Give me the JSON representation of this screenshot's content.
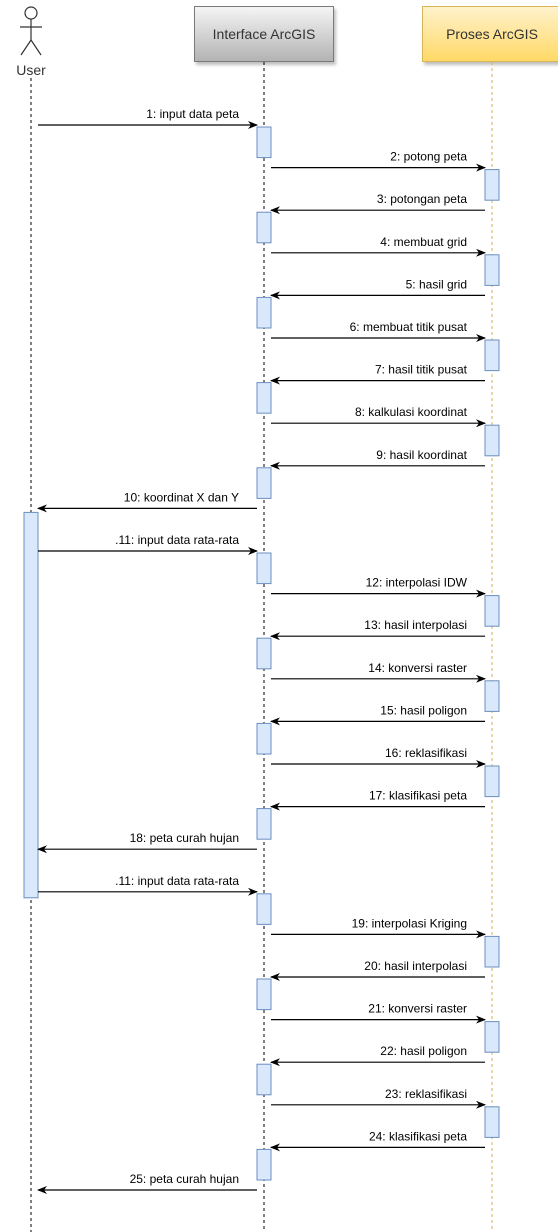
{
  "participants": {
    "user": "User",
    "interface": "Interface ArcGIS",
    "proses": "Proses ArcGIS"
  },
  "messages": [
    {
      "label": "1: input data peta",
      "from": "user",
      "to": "interface"
    },
    {
      "label": "2: potong peta",
      "from": "interface",
      "to": "proses"
    },
    {
      "label": "3: potongan peta",
      "from": "proses",
      "to": "interface"
    },
    {
      "label": "4: membuat grid",
      "from": "interface",
      "to": "proses"
    },
    {
      "label": "5: hasil grid",
      "from": "proses",
      "to": "interface"
    },
    {
      "label": "6: membuat titik pusat",
      "from": "interface",
      "to": "proses"
    },
    {
      "label": "7: hasil titik pusat",
      "from": "proses",
      "to": "interface"
    },
    {
      "label": "8: kalkulasi koordinat",
      "from": "interface",
      "to": "proses"
    },
    {
      "label": "9: hasil koordinat",
      "from": "proses",
      "to": "interface"
    },
    {
      "label": "10: koordinat X dan Y",
      "from": "interface",
      "to": "user"
    },
    {
      "label": ".11: input data rata-rata",
      "from": "user",
      "to": "interface"
    },
    {
      "label": "12: interpolasi IDW",
      "from": "interface",
      "to": "proses"
    },
    {
      "label": "13: hasil interpolasi",
      "from": "proses",
      "to": "interface"
    },
    {
      "label": "14: konversi raster",
      "from": "interface",
      "to": "proses"
    },
    {
      "label": "15: hasil poligon",
      "from": "proses",
      "to": "interface"
    },
    {
      "label": "16: reklasifikasi",
      "from": "interface",
      "to": "proses"
    },
    {
      "label": "17: klasifikasi peta",
      "from": "proses",
      "to": "interface"
    },
    {
      "label": "18: peta curah hujan",
      "from": "interface",
      "to": "user"
    },
    {
      "label": ".11: input data rata-rata",
      "from": "user",
      "to": "interface"
    },
    {
      "label": "19: interpolasi Kriging",
      "from": "interface",
      "to": "proses"
    },
    {
      "label": "20: hasil interpolasi",
      "from": "proses",
      "to": "interface"
    },
    {
      "label": "21: konversi raster",
      "from": "interface",
      "to": "proses"
    },
    {
      "label": "22: hasil poligon",
      "from": "proses",
      "to": "interface"
    },
    {
      "label": "23: reklasifikasi",
      "from": "interface",
      "to": "proses"
    },
    {
      "label": "24: klasifikasi peta",
      "from": "proses",
      "to": "interface"
    },
    {
      "label": "25: peta curah hujan",
      "from": "interface",
      "to": "user"
    }
  ],
  "colors": {
    "activation_fill": "#dae8fc",
    "activation_stroke": "#6c8ebf",
    "arrow": "#000000",
    "lifeline": "#000000",
    "proses_lifeline": "#d6b656"
  }
}
